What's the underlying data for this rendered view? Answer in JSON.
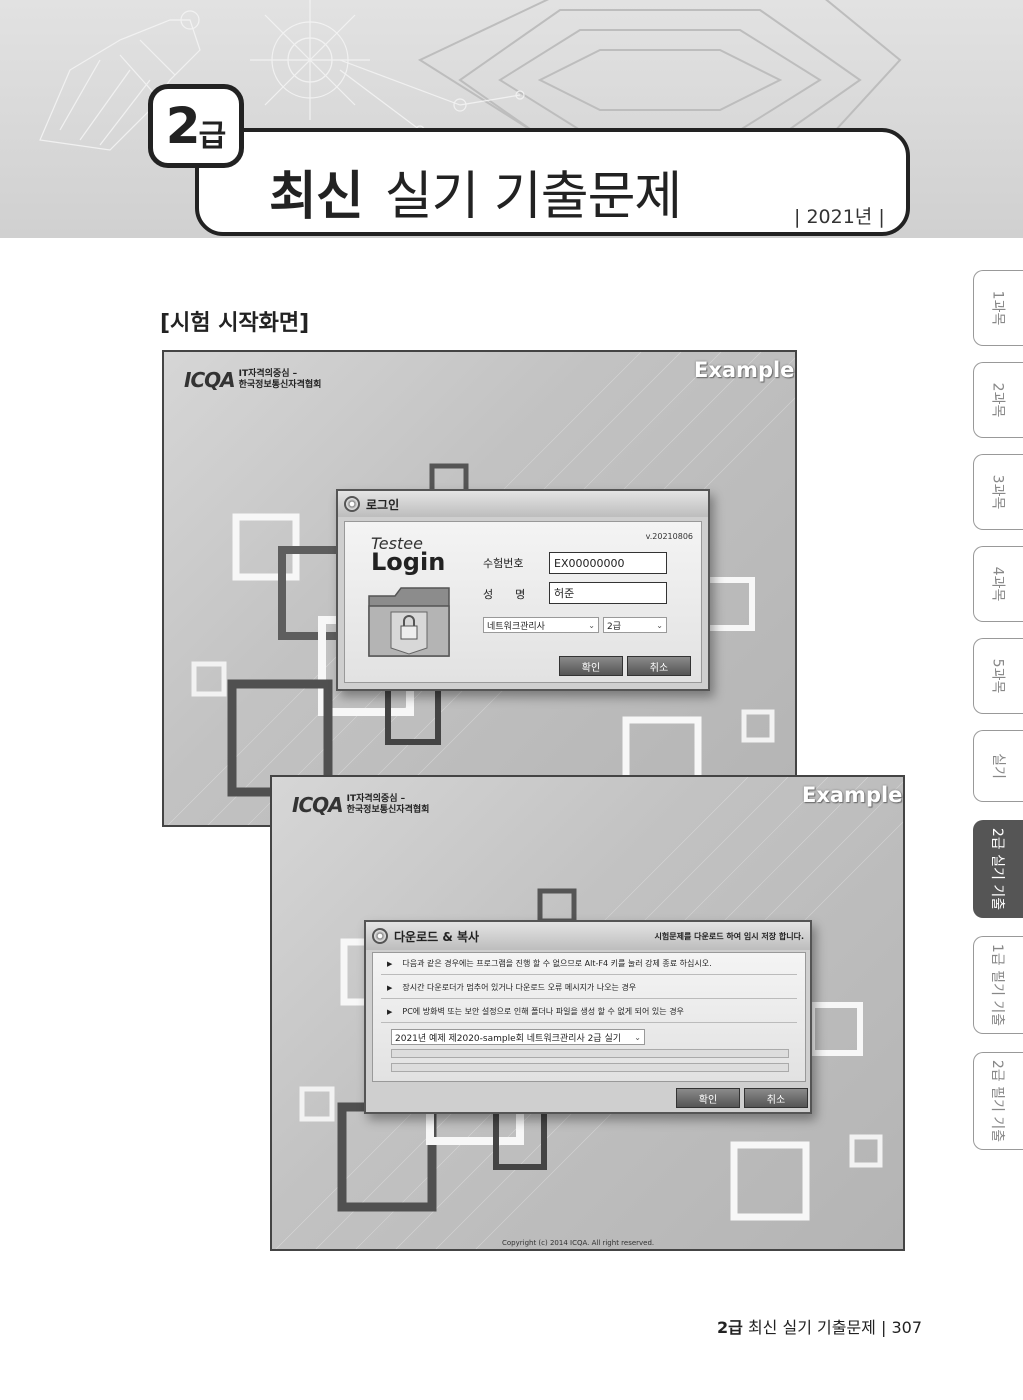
{
  "header": {
    "grade_num": "2",
    "grade_sub": "급",
    "title_bold": "최신",
    "title_rest": "실기 기출문제",
    "year": "| 2021년 |"
  },
  "side_tabs": [
    "1과목",
    "2과목",
    "3과목",
    "4과목",
    "5과목",
    "실기",
    "2급 실기 기출",
    "1급 필기 기출",
    "2급 필기 기출"
  ],
  "active_tab": "2급 실기 기출",
  "section_title": "[시험 시작화면]",
  "screen1": {
    "example": "Example",
    "logo_mark": "ICQA",
    "logo_line1": "IT자격의중심 –",
    "logo_line2": "한국정보통신자격협회",
    "dialog_title": "로그인",
    "version": "v.20210806",
    "brand_small": "Testee",
    "brand_big": "Login",
    "label_id": "수험번호",
    "value_id": "EX00000000",
    "label_name": "성　　명",
    "value_name": "허준",
    "select_subject": "네트워크관리사",
    "select_grade": "2급",
    "btn_ok": "확인",
    "btn_cancel": "취소"
  },
  "screen2": {
    "example": "Example",
    "logo_mark": "ICQA",
    "logo_line1": "IT자격의중심 –",
    "logo_line2": "한국정보통신자격협회",
    "dialog_title": "다운로드 & 복사",
    "dialog_note": "시험문제를 다운로드 하여 임시 저장 합니다.",
    "notices": [
      "다음과 같은 경우에는 프로그램을 진행 할 수 없으므로 Alt-F4 키를 눌러 강제 종료 하십시오.",
      "장시간 다운로더가 멈추어 있거나 다운로드 오류 메시지가 나오는 경우",
      "PC에 방화벽 또는 보안 설정으로 인해 폴더나 파일을 생성 할 수 없게 되어 있는 경우"
    ],
    "exam_select": "2021년 예제 제2020-sample회 네트워크관리사 2급 실기",
    "btn_ok": "확인",
    "btn_cancel": "취소",
    "copyright": "Copyright (c) 2014 ICQA. All right reserved."
  },
  "footer": {
    "bold": "2급",
    "text": "최신 실기 기출문제",
    "page": "| 307"
  }
}
